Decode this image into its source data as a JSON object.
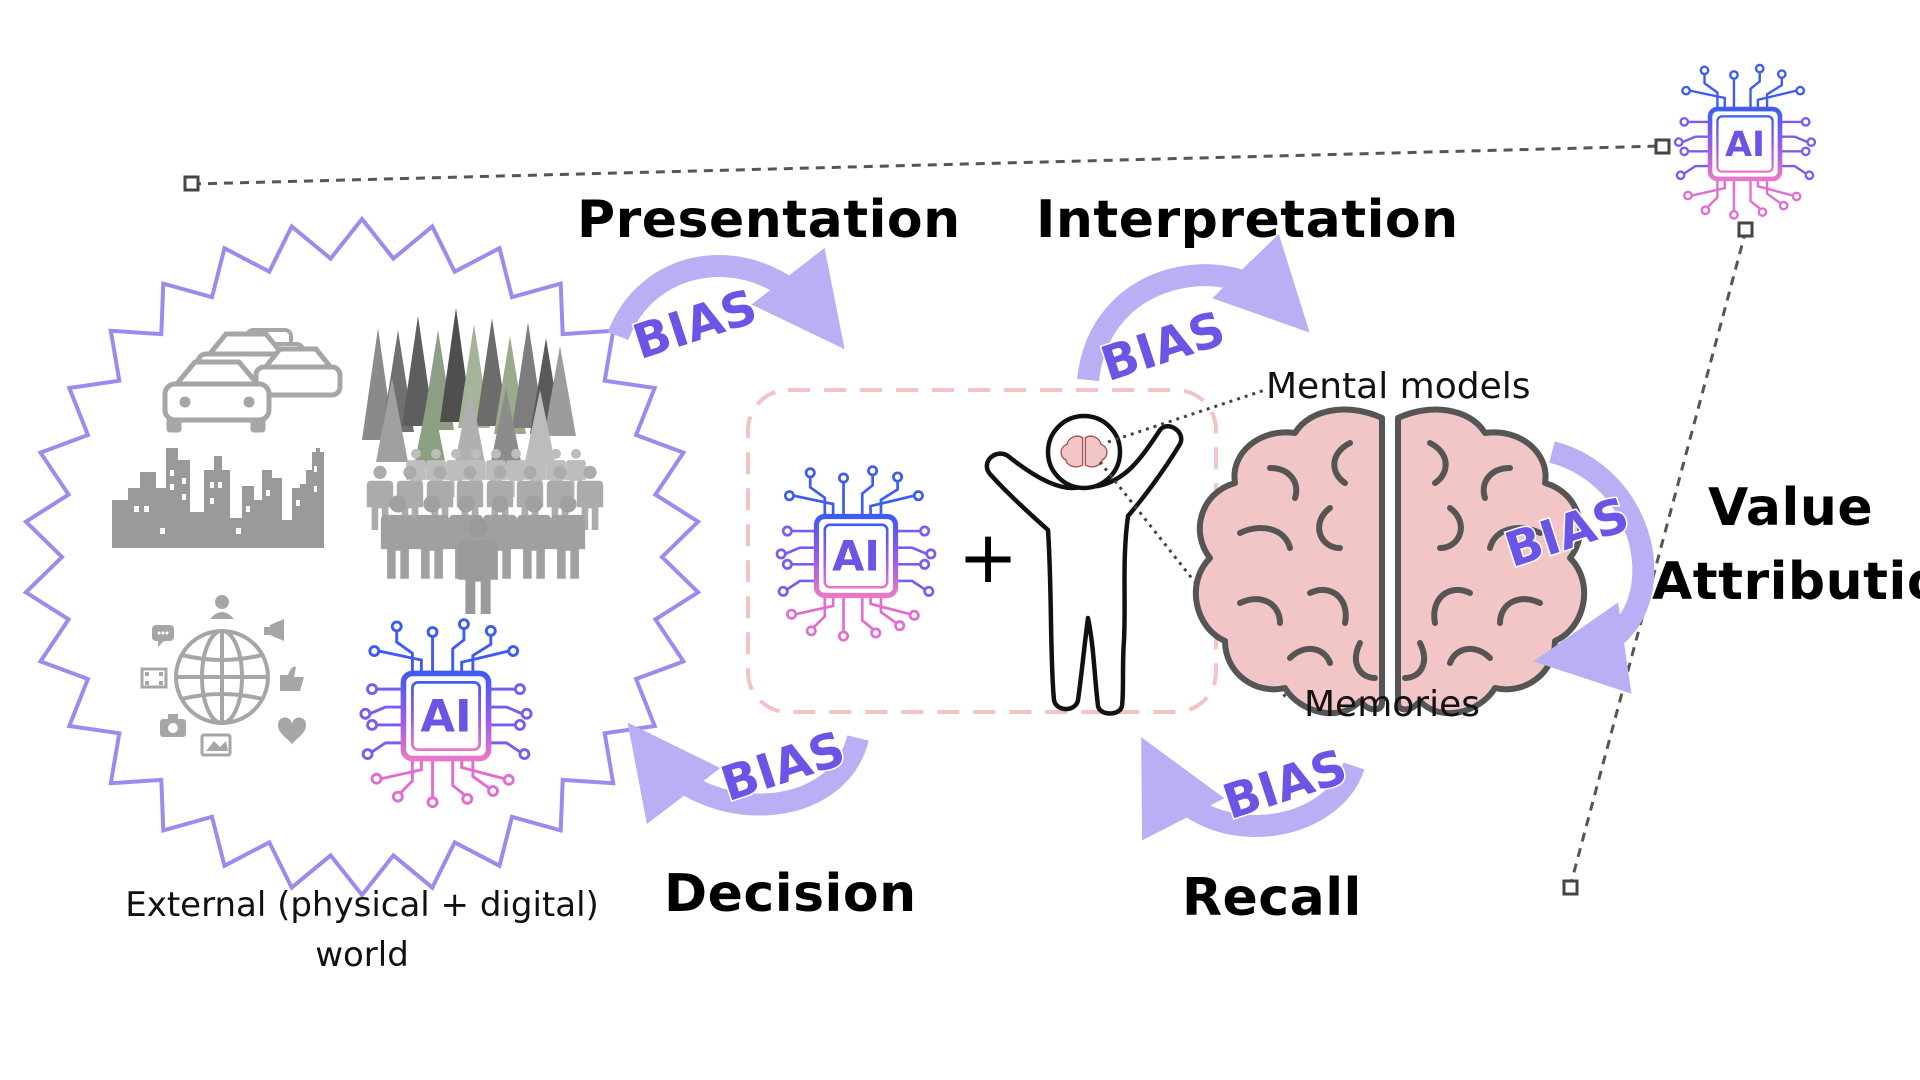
{
  "stages": {
    "presentation": "Presentation",
    "interpretation": "Interpretation",
    "decision": "Decision",
    "recall": "Recall",
    "value_attribution_line1": "Value",
    "value_attribution_line2": "Attribution"
  },
  "bias_label": "BIAS",
  "ai_label": "AI",
  "plus_sign": "+",
  "notes": {
    "mental_models": "Mental models",
    "memories": "Memories"
  },
  "external_world": {
    "line1": "External (physical + digital)",
    "line2": "world"
  },
  "colors": {
    "arrow": "#b8aff5",
    "bias_text": "#6a55e6",
    "burst_outline": "#9a8cef",
    "dashed_box": "#f2c4c4",
    "brain_fill": "#f2c6c6",
    "brain_stroke": "#555555",
    "icon_gray": "#a6a6a6",
    "ai_blue": "#3f5bf0",
    "ai_purple": "#9b5de5",
    "ai_pink": "#e879c9"
  },
  "icons": [
    "cars-icon",
    "forest-icon",
    "city-skyline-icon",
    "crowd-icon",
    "social-media-globe-icon",
    "ai-chip-icon",
    "person-icon",
    "brain-icon"
  ]
}
